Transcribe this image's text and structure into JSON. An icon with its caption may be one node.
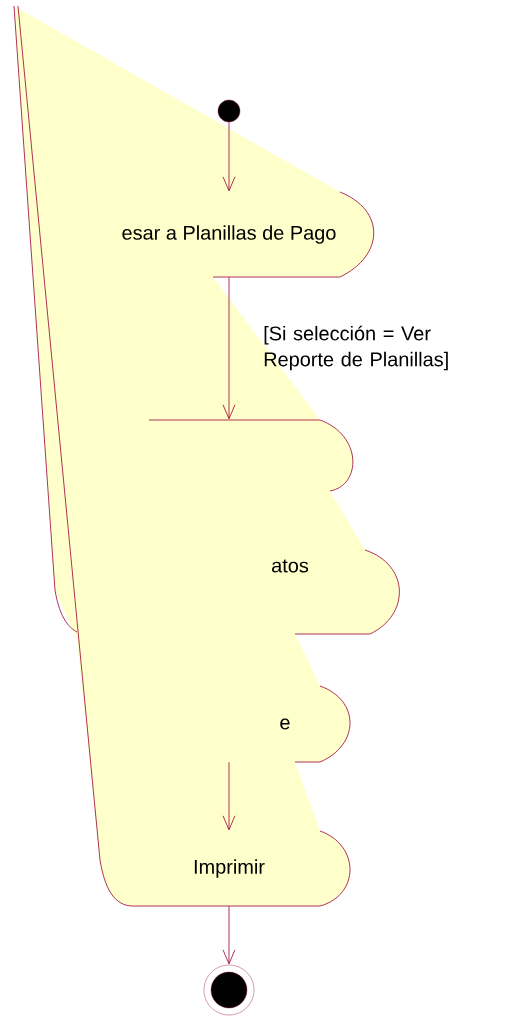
{
  "diagram": {
    "nodes": [
      {
        "text": [],
        "shape": "circle"
      },
      {
        "text": [
          "esar a Planillas de Pago"
        ]
      },
      {
        "text": [],
        "shape": "box"
      },
      {
        "text": [
          "atos"
        ]
      },
      {
        "text": [
          "e"
        ]
      },
      {
        "text": [
          "Imprimir"
        ]
      },
      {
        "text": [],
        "shape": "circle"
      }
    ],
    "edges": [
      {
        "from": 0,
        "to": 1,
        "arrow": "to"
      },
      {
        "from": 1,
        "to": 2,
        "arrow": "to",
        "label": "[Si selección = Ver Reporte de Planillas]"
      },
      {
        "from": 4,
        "to": 5,
        "arrow": "to"
      },
      {
        "from": 5,
        "to": 6,
        "arrow": "to"
      }
    ]
  }
}
